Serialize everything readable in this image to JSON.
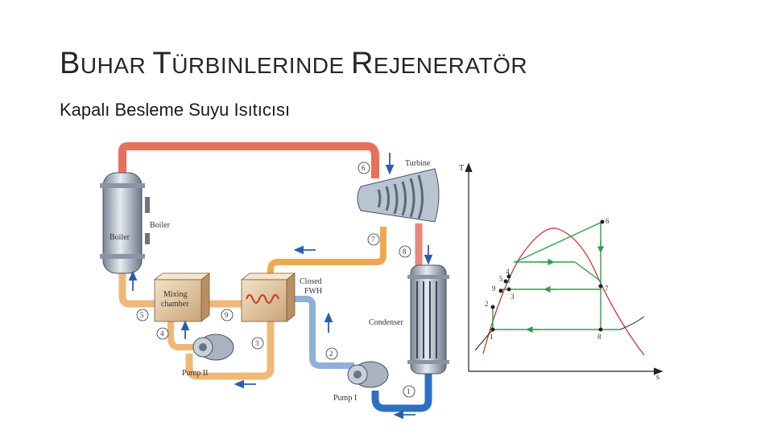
{
  "slide": {
    "title_parts": [
      {
        "text": "B",
        "size": "big"
      },
      {
        "text": "UHAR ",
        "size": "sm"
      },
      {
        "text": "T",
        "size": "big"
      },
      {
        "text": "ÜRBINLERINDE ",
        "size": "sm"
      },
      {
        "text": "R",
        "size": "big"
      },
      {
        "text": "EJENERATÖR",
        "size": "sm"
      }
    ],
    "subtitle": "Kapalı Besleme Suyu Isıtıcısı"
  },
  "diagram": {
    "components": {
      "turbine": "Turbine",
      "boiler_side": "Boiler",
      "boiler_body": "Boiler",
      "mixing_chamber_1": "Mixing",
      "mixing_chamber_2": "chamber",
      "closed_fwh_1": "Closed",
      "closed_fwh_2": "FWH",
      "condenser": "Condenser",
      "pump_1": "Pump I",
      "pump_2": "Pump II"
    },
    "state_numbers": {
      "s1": "1",
      "s2": "2",
      "s3": "3",
      "s4": "4",
      "s5": "5",
      "s6": "6",
      "s7": "7",
      "s8": "8",
      "s9": "9"
    },
    "colors": {
      "hot_steam": "#e8705a",
      "warm_water": "#f0b878",
      "cold_water": "#8fb0d8",
      "deep_cold": "#2f6fc0",
      "arrow": "#2a5fa8"
    }
  },
  "ts_diagram": {
    "axis_y": "T",
    "axis_x": "s",
    "points": {
      "p1": "1",
      "p2": "2",
      "p3": "3",
      "p4": "4",
      "p5": "5",
      "p6": "6",
      "p7": "7",
      "p8": "8",
      "p9": "9"
    },
    "colors": {
      "dome": "#d04040",
      "process": "#2aa04a",
      "axis": "#222"
    }
  }
}
